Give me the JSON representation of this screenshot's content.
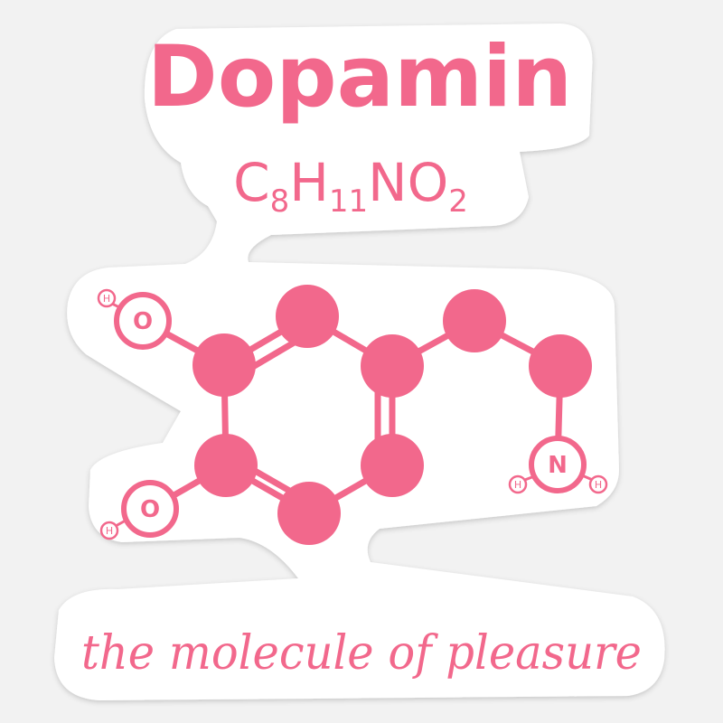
{
  "sticker": {
    "title": "Dopamin",
    "formula": {
      "c": "C",
      "c_sub": "8",
      "h": "H",
      "h_sub": "11",
      "n": "N",
      "o": "O",
      "o_sub": "2"
    },
    "tagline": "the molecule of pleasure",
    "accent_color": "#f2688c",
    "background_color": "#f2f2f2"
  },
  "molecule": {
    "hydroxyl_top": {
      "oxygen": "O",
      "hydrogen": "H"
    },
    "hydroxyl_bottom": {
      "oxygen": "O",
      "hydrogen": "H"
    },
    "amine": {
      "nitrogen": "N",
      "hydrogen_left": "H",
      "hydrogen_right": "H"
    }
  }
}
